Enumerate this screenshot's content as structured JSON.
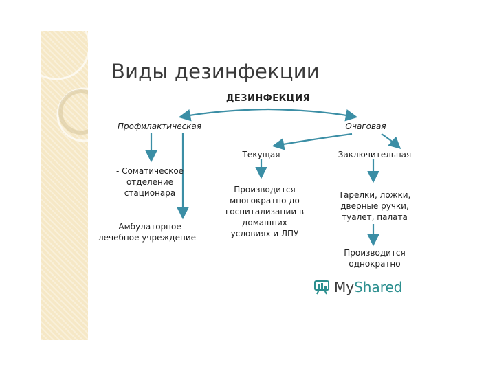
{
  "title": "Виды дезинфекции",
  "nodes": {
    "root": "ДЕЗИНФЕКЦИЯ",
    "prof": "Профилактическая",
    "ochag": "Очаговая",
    "tekush": "Текущая",
    "zaklyuch": "Заключительная",
    "somat": [
      "- Соматическое",
      "отделение",
      "стационара"
    ],
    "ambul": [
      "- Амбулаторное",
      "лечебное учреждение"
    ],
    "proizv1": [
      "Производится",
      "многократно до",
      "госпитализации в",
      "домашних",
      "условиях и ЛПУ"
    ],
    "tarelki": [
      "Тарелки, ложки,",
      "дверные ручки,",
      "туалет, палата"
    ],
    "proizv2": [
      "Производится",
      "однократно"
    ]
  },
  "logo": {
    "text_a": "My",
    "text_b": "Shared"
  },
  "colors": {
    "arrow": "#3b8ea5",
    "band": "#f6e8c6"
  }
}
